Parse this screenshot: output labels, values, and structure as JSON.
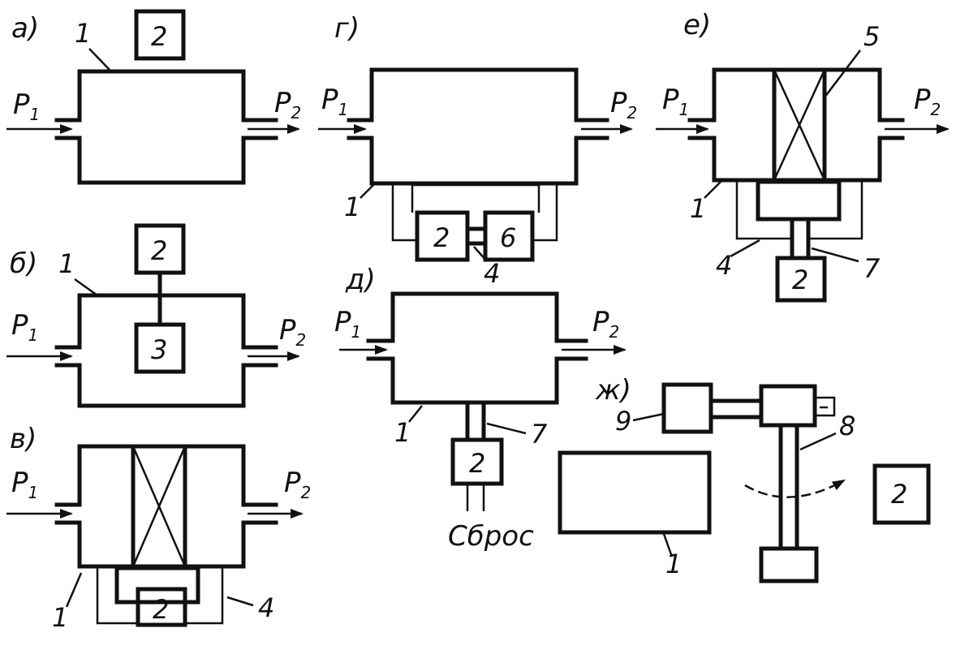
{
  "diagram": {
    "panels": {
      "a": {
        "label": "а)"
      },
      "b": {
        "label": "б)"
      },
      "v": {
        "label": "в)"
      },
      "g": {
        "label": "г)"
      },
      "d": {
        "label": "д)"
      },
      "e": {
        "label": "е)"
      },
      "zh": {
        "label": "ж)"
      }
    },
    "flow": {
      "inlet": "P",
      "inlet_sub": "1",
      "outlet": "P",
      "outlet_sub": "2"
    },
    "numbers": {
      "n1": "1",
      "n2": "2",
      "n3": "3",
      "n4": "4",
      "n5": "5",
      "n6": "6",
      "n7": "7",
      "n8": "8",
      "n9": "9"
    },
    "discharge_label": "Сброс"
  }
}
